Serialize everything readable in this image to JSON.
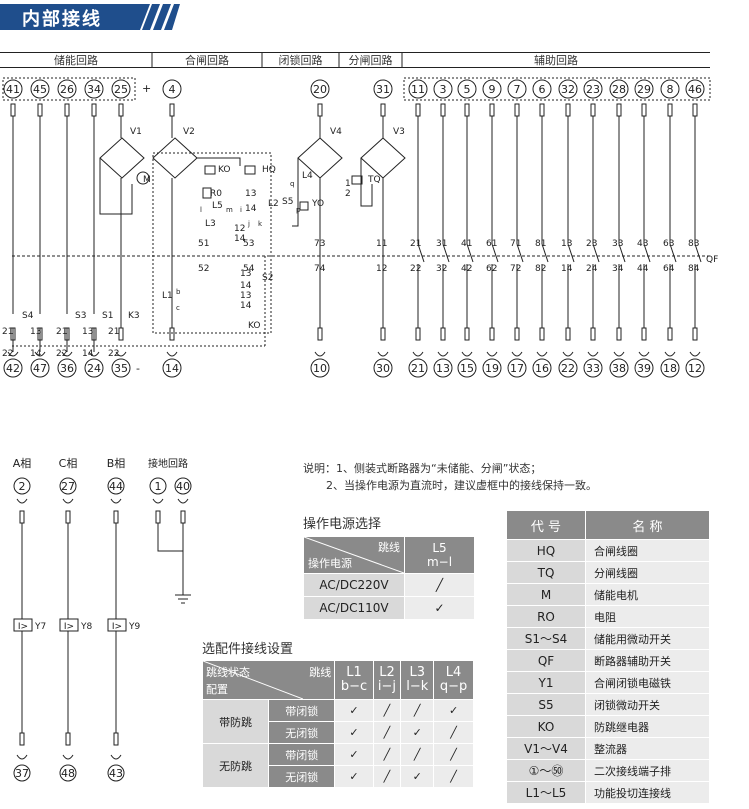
{
  "banner": {
    "title": "内部接线"
  },
  "sections": [
    {
      "label": "储能回路"
    },
    {
      "label": "合闸回路"
    },
    {
      "label": "闭锁回路"
    },
    {
      "label": "分闸回路"
    },
    {
      "label": "辅助回路"
    }
  ],
  "top_terminals": [
    "41",
    "45",
    "26",
    "34",
    "25",
    "4",
    "20",
    "31",
    "11",
    "3",
    "5",
    "9",
    "7",
    "6",
    "32",
    "23",
    "28",
    "29",
    "8",
    "46"
  ],
  "bottom_terminals": [
    "42",
    "47",
    "36",
    "24",
    "35",
    "14",
    "10",
    "30",
    "21",
    "13",
    "15",
    "19",
    "17",
    "16",
    "22",
    "33",
    "38",
    "39",
    "18",
    "12"
  ],
  "marks": {
    "plus": "+",
    "minus": "-",
    "qf": "QF"
  },
  "devices": [
    "V1",
    "V2",
    "V4",
    "V3",
    "M",
    "KO",
    "HQ",
    "R0",
    "L5",
    "L4",
    "L2",
    "TQ",
    "YO",
    "S5",
    "L3",
    "L1",
    "S2",
    "S4",
    "S3",
    "S1",
    "K3",
    "KO"
  ],
  "pin_letters": [
    "b",
    "c",
    "m",
    "l",
    "q",
    "p",
    "i",
    "j",
    "k"
  ],
  "aux_upper": [
    "51",
    "53",
    "73",
    "11",
    "21",
    "31",
    "41",
    "61",
    "71",
    "81",
    "13",
    "23",
    "33",
    "43",
    "63",
    "83"
  ],
  "aux_lower": [
    "52",
    "54",
    "74",
    "12",
    "22",
    "32",
    "42",
    "62",
    "72",
    "82",
    "14",
    "24",
    "34",
    "44",
    "64",
    "84"
  ],
  "misc_numbers": [
    "13",
    "14",
    "13",
    "14",
    "21",
    "13",
    "21",
    "13",
    "21",
    "22",
    "14",
    "22",
    "14",
    "22",
    "1",
    "2",
    "12",
    "14",
    "13",
    "14"
  ],
  "phases": [
    {
      "label": "A相",
      "top": "2",
      "bottom": "37",
      "relay": "Y7"
    },
    {
      "label": "C相",
      "top": "27",
      "bottom": "48",
      "relay": "Y8"
    },
    {
      "label": "B相",
      "top": "44",
      "bottom": "43",
      "relay": "Y9"
    }
  ],
  "ground": {
    "label": "接地回路",
    "terminals": [
      "1",
      "40"
    ]
  },
  "relay_symbol": "I>",
  "notes": {
    "line1": "说明：1、侧装式断路器为“未储能、分闸”状态；",
    "line2": "2、当操作电源为直流时，建议虚框中的接线保持一致。"
  },
  "power_select": {
    "title": "操作电源选择",
    "hdr_top": "跳线",
    "hdr_bottom": "操作电源",
    "col": "L5",
    "col_sub": "m−l",
    "rows": [
      {
        "label": "AC/DC220V",
        "mark": "╱"
      },
      {
        "label": "AC/DC110V",
        "mark": "✓"
      }
    ]
  },
  "options": {
    "title": "选配件接线设置",
    "hdr_a": "跳线状态",
    "hdr_b": "跳线",
    "hdr_c": "配置",
    "cols": [
      {
        "name": "L1",
        "sub": "b−c"
      },
      {
        "name": "L2",
        "sub": "i−j"
      },
      {
        "name": "L3",
        "sub": "l−k"
      },
      {
        "name": "L4",
        "sub": "q−p"
      }
    ],
    "groups": [
      {
        "label": "带防跳",
        "rows": [
          {
            "label": "带闭锁",
            "marks": [
              "✓",
              "╱",
              "╱",
              "✓"
            ]
          },
          {
            "label": "无闭锁",
            "marks": [
              "✓",
              "╱",
              "✓",
              "╱"
            ]
          }
        ]
      },
      {
        "label": "无防跳",
        "rows": [
          {
            "label": "带闭锁",
            "marks": [
              "✓",
              "╱",
              "╱",
              "╱"
            ]
          },
          {
            "label": "无闭锁",
            "marks": [
              "✓",
              "╱",
              "✓",
              "╱"
            ]
          }
        ]
      }
    ]
  },
  "codes": {
    "hdr_code": "代 号",
    "hdr_name": "名 称",
    "rows": [
      {
        "code": "HQ",
        "name": "合闸线圈"
      },
      {
        "code": "TQ",
        "name": "分闸线圈"
      },
      {
        "code": "M",
        "name": "储能电机"
      },
      {
        "code": "RO",
        "name": "电阻"
      },
      {
        "code": "S1～S4",
        "name": "储能用微动开关"
      },
      {
        "code": "QF",
        "name": "断路器辅助开关"
      },
      {
        "code": "Y1",
        "name": "合闸闭锁电磁铁"
      },
      {
        "code": "S5",
        "name": "闭锁微动开关"
      },
      {
        "code": "KO",
        "name": "防跳继电器"
      },
      {
        "code": "V1～V4",
        "name": "整流器"
      },
      {
        "code": "①～㊿",
        "name": "二次接线端子排"
      },
      {
        "code": "L1～L5",
        "name": "功能投切连接线"
      }
    ]
  },
  "colors": {
    "banner": "#1f4e8c",
    "line": "#222222",
    "hdr": "#8a8a8a",
    "cell": "#d9d9d9"
  }
}
